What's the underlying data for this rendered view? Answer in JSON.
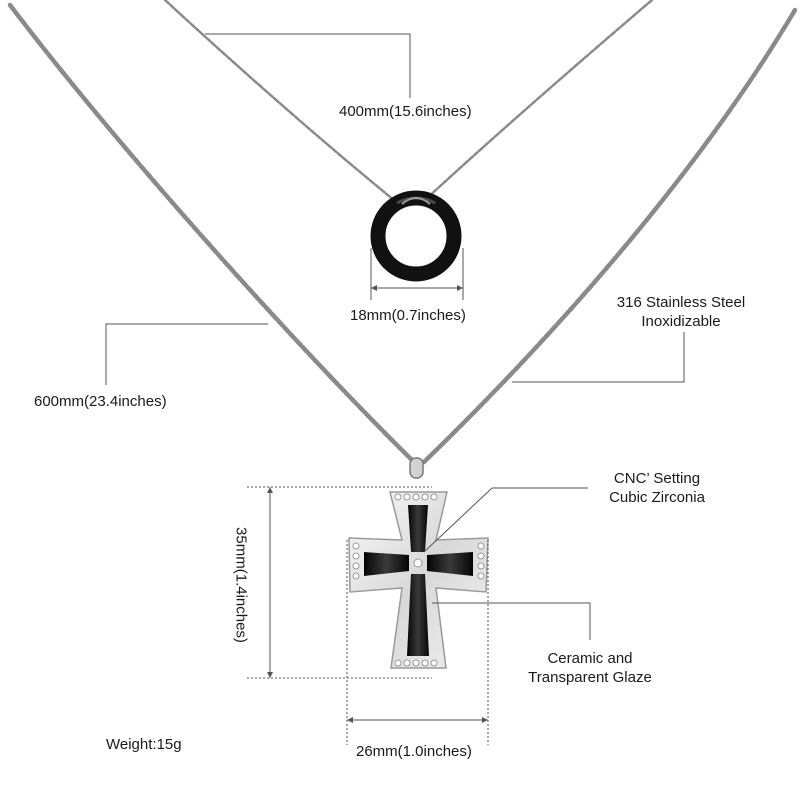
{
  "labels": {
    "short_chain_length": "400mm(15.6inches)",
    "ring_diameter": "18mm(0.7inches)",
    "material_line1": "316 Stainless Steel",
    "material_line2": "Inoxidizable",
    "long_chain_length": "600mm(23.4inches)",
    "setting_line1": "CNC’ Setting",
    "setting_line2": "Cubic Zirconia",
    "pendant_height": "35mm(1.4inches)",
    "finish_line1": "Ceramic and",
    "finish_line2": "Transparent Glaze",
    "weight": "Weight:15g",
    "pendant_width": "26mm(1.0inches)"
  },
  "colors": {
    "chain": "#8a8a8a",
    "steel": "#e6e6e6",
    "ceramic": "#111111",
    "leader": "#555555"
  }
}
